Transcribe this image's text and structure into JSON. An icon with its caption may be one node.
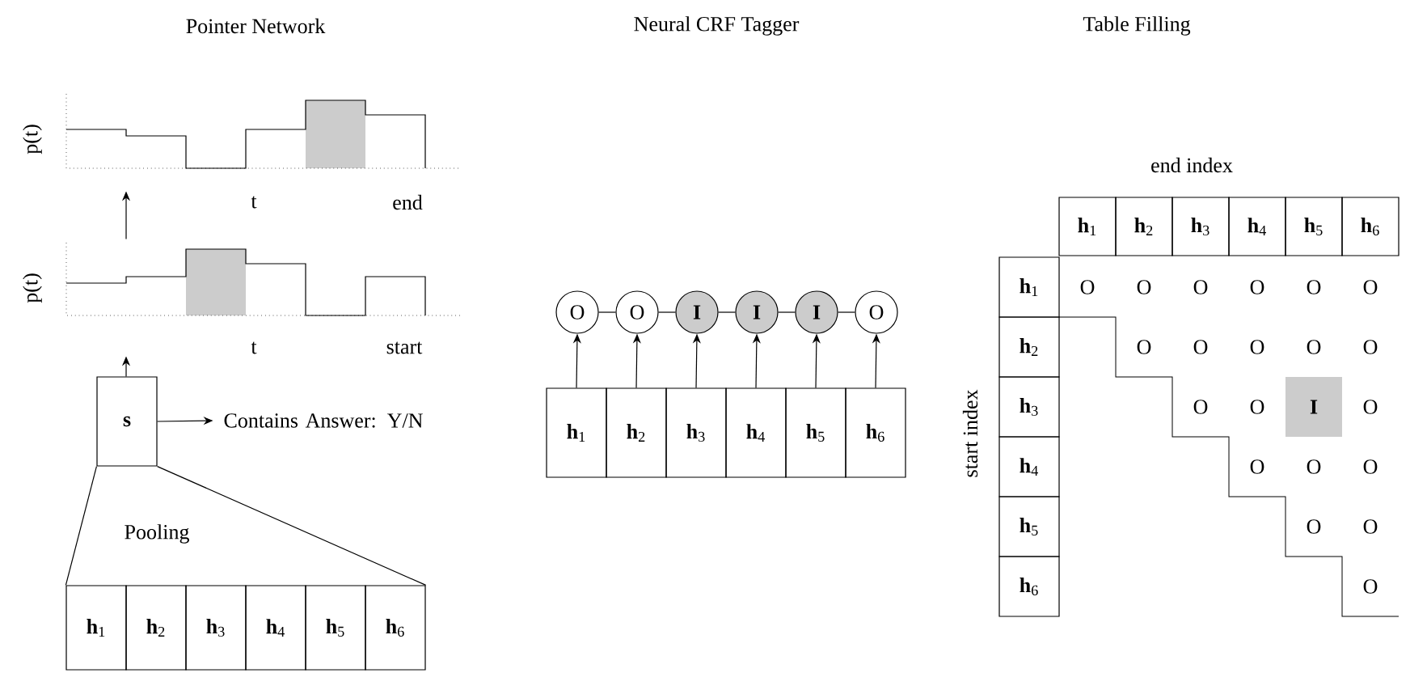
{
  "diagram": {
    "nodes": [
      {
        "text": [
          "p(t)",
          "t",
          "end"
        ]
      },
      {
        "text": [
          "p(t)",
          "t",
          "start"
        ]
      },
      {
        "text": [
          "s"
        ]
      },
      {
        "text": [
          "Contains Answer: Y/N"
        ]
      },
      {
        "text": [
          "**h**$_{1}$"
        ]
      },
      {
        "text": [
          "**h**$_{2}$"
        ]
      },
      {
        "text": [
          "**h**$_{3}$"
        ]
      },
      {
        "text": [
          "**h**$_{4}$"
        ]
      },
      {
        "text": [
          "**h**$_{5}$"
        ]
      },
      {
        "text": [
          "**h**$_{6}$"
        ]
      },
      {
        "text": [
          "**h**$_{1}$"
        ]
      },
      {
        "text": [
          "**h**$_{2}$"
        ]
      },
      {
        "text": [
          "**h**$_{3}$"
        ]
      },
      {
        "text": [
          "**h**$_{4}$"
        ]
      },
      {
        "text": [
          "**h**$_{5}$"
        ]
      },
      {
        "text": [
          "**h**$_{6}$"
        ]
      },
      {
        "text": [
          "O"
        ]
      },
      {
        "text": [
          "O"
        ]
      },
      {
        "text": [
          "I"
        ]
      },
      {
        "text": [
          "I"
        ]
      },
      {
        "text": [
          "I"
        ]
      },
      {
        "text": [
          "O"
        ]
      },
      {
        "text": [
          "**h**$_{1}$"
        ]
      },
      {
        "text": [
          "**h**$_{2}$"
        ]
      },
      {
        "text": [
          "**h**$_{3}$"
        ]
      },
      {
        "text": [
          "**h**$_{4}$"
        ]
      },
      {
        "text": [
          "**h**$_{5}$"
        ]
      },
      {
        "text": [
          "**h**$_{6}$"
        ]
      },
      {
        "text": [
          "**h**$_{1}$"
        ]
      },
      {
        "text": [
          "**h**$_{2}$"
        ]
      },
      {
        "text": [
          "**h**$_{3}$"
        ]
      },
      {
        "text": [
          "**h**$_{4}$"
        ]
      },
      {
        "text": [
          "**h**$_{5}$"
        ]
      },
      {
        "text": [
          "**h**$_{6}$"
        ]
      }
    ],
    "edges": [
      {
        "from": 1,
        "to": 0,
        "arrow": "to"
      },
      {
        "from": 2,
        "to": 1,
        "arrow": "to"
      },
      {
        "from": 2,
        "to": 3,
        "arrow": "to"
      },
      {
        "from": 2,
        "to": 4,
        "arrow": "none"
      },
      {
        "from": 2,
        "to": 9,
        "arrow": "none"
      },
      {
        "from": 10,
        "to": 16,
        "arrow": "to"
      },
      {
        "from": 11,
        "to": 17,
        "arrow": "to"
      },
      {
        "from": 12,
        "to": 18,
        "arrow": "to"
      },
      {
        "from": 13,
        "to": 19,
        "arrow": "to"
      },
      {
        "from": 14,
        "to": 20,
        "arrow": "to"
      },
      {
        "from": 15,
        "to": 21,
        "arrow": "to"
      },
      {
        "from": 16,
        "to": 17,
        "arrow": "none"
      },
      {
        "from": 17,
        "to": 18,
        "arrow": "none"
      },
      {
        "from": 18,
        "to": 19,
        "arrow": "none"
      },
      {
        "from": 19,
        "to": 20,
        "arrow": "none"
      },
      {
        "from": 20,
        "to": 21,
        "arrow": "none"
      }
    ],
    "labels": [
      "Pointer Network",
      "Neural CRF Tagger",
      "Table Filling",
      "Pooling",
      "end index",
      "start index",
      "O",
      "O",
      "O",
      "O",
      "O",
      "O",
      "O",
      "O",
      "O",
      "O",
      "O",
      "O",
      "O",
      "I",
      "O",
      "O",
      "O",
      "O",
      "O",
      "O",
      "O"
    ]
  }
}
